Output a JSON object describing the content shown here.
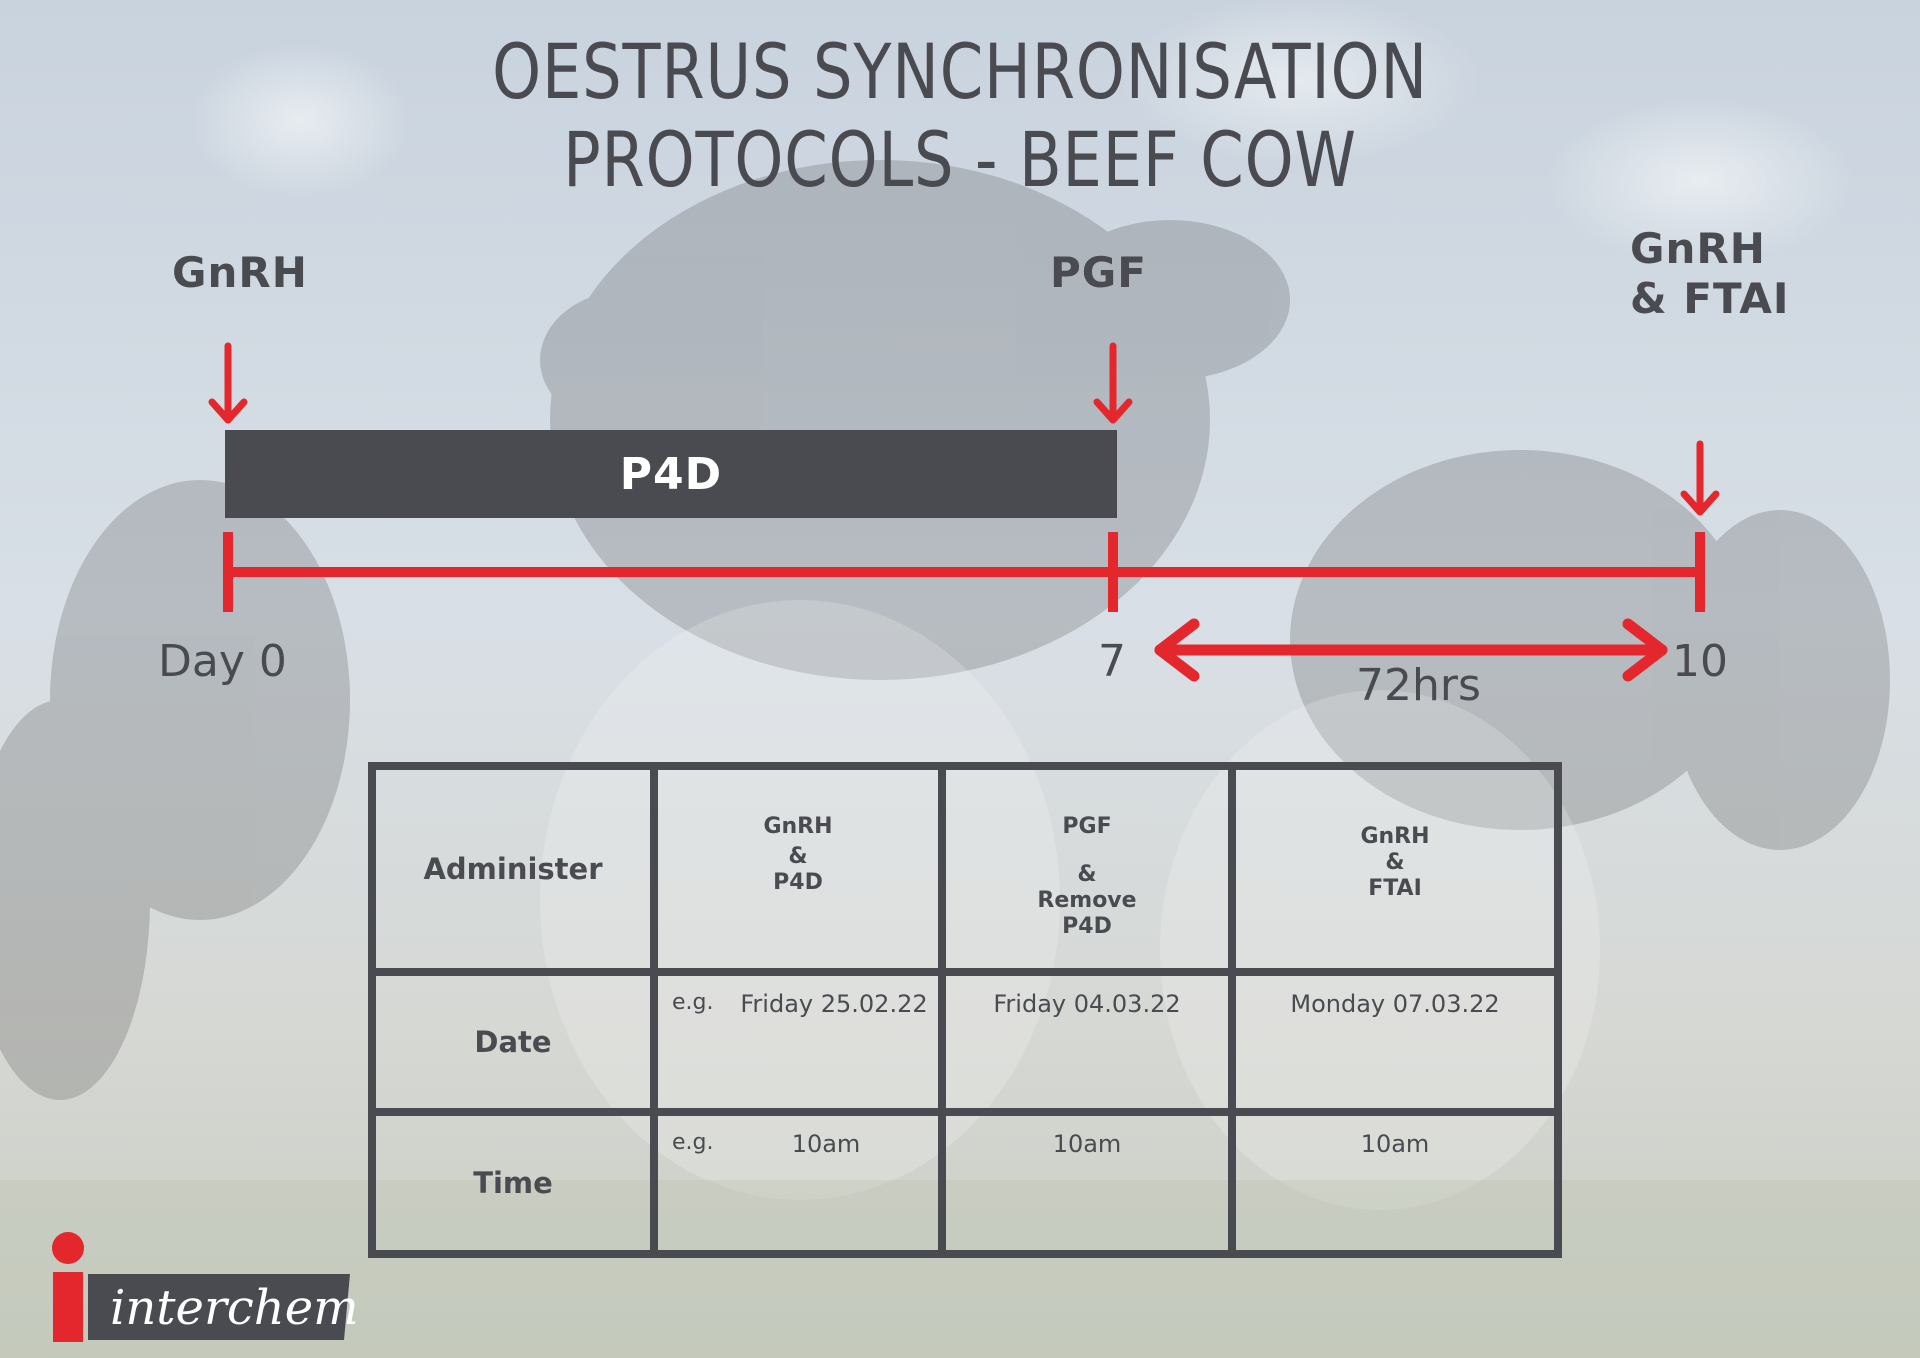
{
  "title": {
    "line1": "OESTRUS SYNCHRONISATION",
    "line2": "PROTOCOLS - BEEF COW"
  },
  "events": {
    "day0": "GnRH",
    "day7": "PGF",
    "day10_line1": "GnRH",
    "day10_line2": "& FTAI"
  },
  "bar_label": "P4D",
  "timeline": {
    "day0_label": "Day 0",
    "day7_label": "7",
    "day10_label": "10",
    "interval_label": "72hrs"
  },
  "table": {
    "row_headers": [
      "Administer",
      "Date",
      "Time"
    ],
    "administer": [
      [
        "GnRH",
        "&",
        "P4D"
      ],
      [
        "PGF",
        "&",
        "Remove",
        "P4D"
      ],
      [
        "GnRH",
        "&",
        "FTAI"
      ]
    ],
    "eg_label": "e.g.",
    "dates": [
      "Friday 25.02.22",
      "Friday 04.03.22",
      "Monday 07.03.22"
    ],
    "times": [
      "10am",
      "10am",
      "10am"
    ]
  },
  "logo_text": "interchem",
  "colors": {
    "red": "#e3272d",
    "dark_grey": "#4a4b50",
    "white": "#ffffff"
  }
}
